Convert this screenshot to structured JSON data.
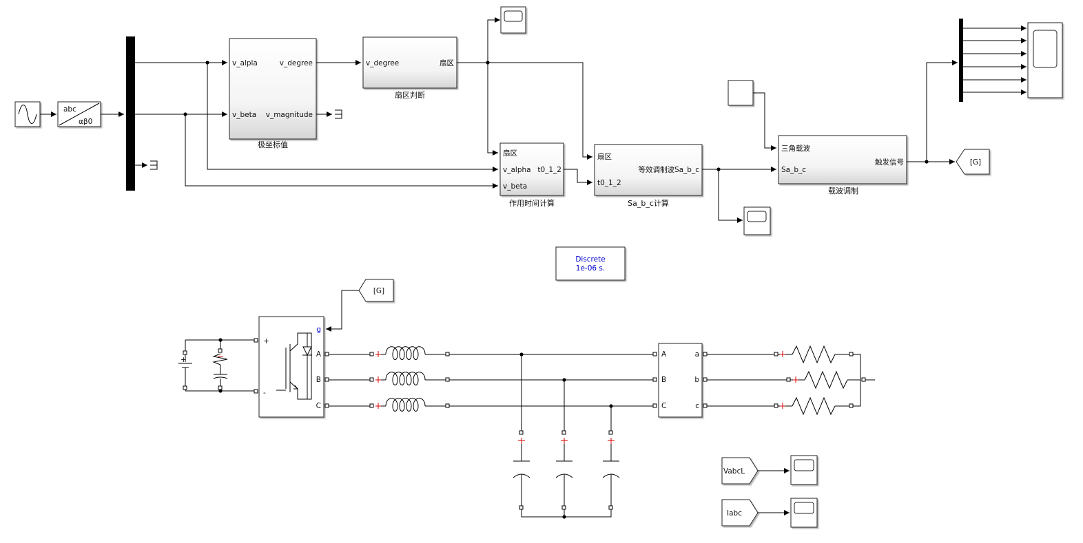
{
  "diagram": {
    "blocks": {
      "transform": {
        "in": "abc",
        "out": "αβ0"
      },
      "polar": {
        "caption": "极坐标值",
        "in1": "v_alpla",
        "in2": "v_beta",
        "out1": "v_degree",
        "out2": "v_magnitude"
      },
      "sector": {
        "caption": "扇区判断",
        "in": "v_degree",
        "out": "扇区"
      },
      "time_calc": {
        "caption": "作用时间计算",
        "in1": "扇区",
        "in2": "v_alpha",
        "in3": "v_beta",
        "out": "t0_1_2"
      },
      "sabc": {
        "caption": "Sa_b_c计算",
        "in1": "扇区",
        "in2": "t0_1_2",
        "out": "等效调制波Sa_b_c"
      },
      "carrier": {
        "caption": "载波调制",
        "in1": "三角载波",
        "in2": "Sa_b_c",
        "out": "触发信号"
      },
      "goto_g": {
        "label": "[G]"
      },
      "from_g": {
        "label": "[G]"
      },
      "powergui": {
        "line1": "Discrete",
        "line2": "1e-06 s."
      },
      "inverter": {
        "gate": "g",
        "plus": "+",
        "minus": "-",
        "A": "A",
        "B": "B",
        "C": "C"
      },
      "measure": {
        "A": "A",
        "B": "B",
        "C": "C",
        "a": "a",
        "b": "b",
        "c": "c"
      },
      "from_vabcl": {
        "label": "VabcL"
      },
      "from_iabc": {
        "label": "Iabc"
      }
    },
    "colors": {
      "link": "#000000",
      "polarity": "#d40000",
      "gate_label": "#0000cc"
    },
    "icons": [
      "sine-wave-icon",
      "scope-icon",
      "terminator-icon",
      "igbt-diode-icon",
      "inductor-icon",
      "resistor-icon",
      "capacitor-icon",
      "dc-source-icon"
    ]
  }
}
